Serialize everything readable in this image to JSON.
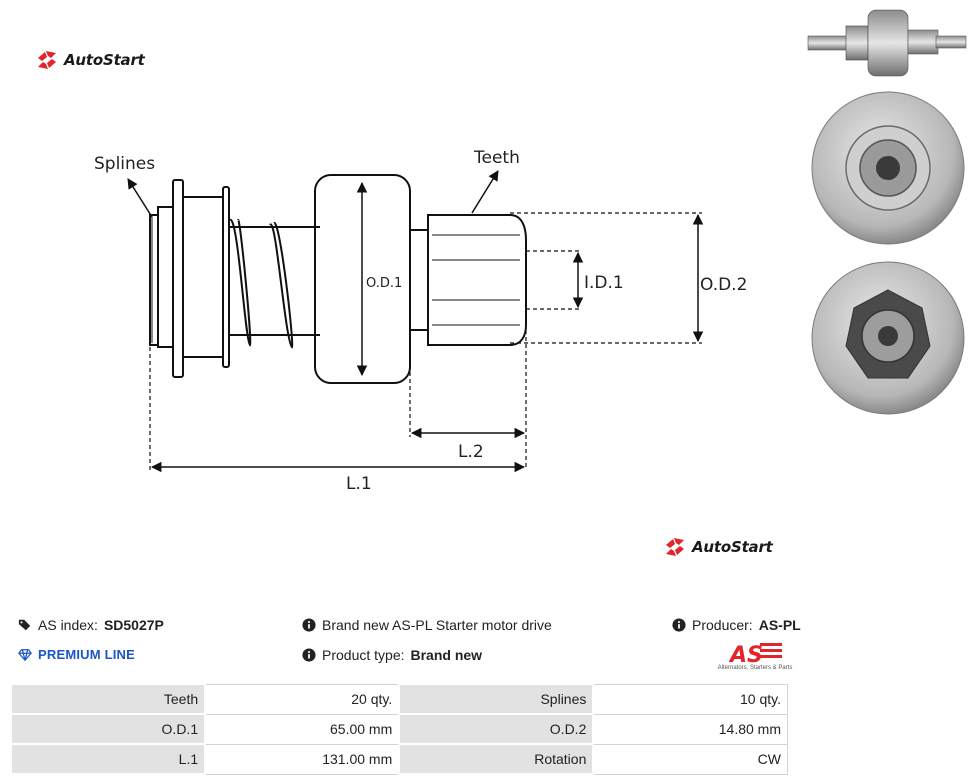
{
  "brand": {
    "name": "AutoStart",
    "accent_color": "#e3242b"
  },
  "diagram": {
    "labels": {
      "splines": "Splines",
      "teeth": "Teeth",
      "od1": "O.D.1",
      "id1": "I.D.1",
      "od2": "O.D.2",
      "l2": "L.2",
      "l1": "L.1"
    }
  },
  "product": {
    "as_index_label": "AS index:",
    "as_index_value": "SD5027P",
    "line": "PREMIUM LINE",
    "description": "Brand new AS-PL Starter motor drive",
    "type_label": "Product type:",
    "type_value": "Brand new",
    "producer_label": "Producer:",
    "producer_value": "AS-PL",
    "producer_logo_text": "AS",
    "producer_tagline": "Alternators, Starters & Parts"
  },
  "specs": [
    {
      "label": "Teeth",
      "value": "20 qty.",
      "label2": "Splines",
      "value2": "10 qty."
    },
    {
      "label": "O.D.1",
      "value": "65.00 mm",
      "label2": "O.D.2",
      "value2": "14.80 mm"
    },
    {
      "label": "L.1",
      "value": "131.00 mm",
      "label2": "Rotation",
      "value2": "CW"
    }
  ],
  "colors": {
    "premium_blue": "#1a56c9",
    "table_label_bg": "#e2e2e2"
  }
}
